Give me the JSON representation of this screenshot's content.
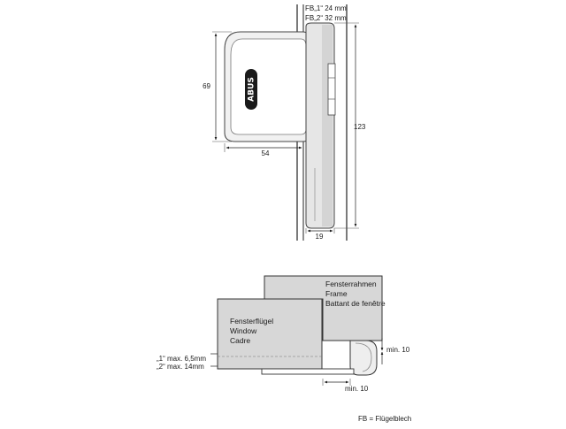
{
  "top_view": {
    "fb1_label": "FB„1“ 24 mm",
    "fb2_label": "FB„2“ 32 mm",
    "dim_height_body": "69",
    "dim_width_body": "54",
    "dim_height_total": "123",
    "dim_width_hinge": "19",
    "brand_logo": "ABUS"
  },
  "section_view": {
    "frame_label": [
      "Fensterrahmen",
      "Frame",
      "Battant de fenêtre"
    ],
    "sash_label": [
      "Fensterflügel",
      "Window",
      "Cadre"
    ],
    "min_right": "min. 10",
    "min_bottom": "min. 10",
    "gap1": "„1“ max. 6,5mm",
    "gap2": "„2“ max. 14mm"
  },
  "footnote": "FB = Flügelblech"
}
